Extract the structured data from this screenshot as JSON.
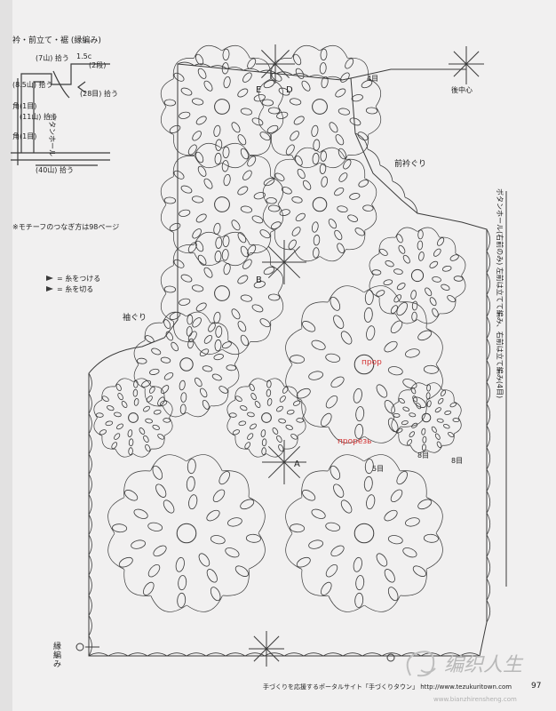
{
  "header": {
    "title": "衿・前立て・裾 (縁編み)",
    "detail_labels": [
      "(7山) 拾う",
      "1.5c",
      "(2段)",
      "(8.5山) 拾う",
      "(28目) 拾う",
      "角(1目)",
      "(11山) 拾う",
      "ボタンホール",
      "角(1目)",
      "(40山) 拾う"
    ]
  },
  "notes": {
    "motif_join": "※モチーフのつなぎ方は98ページ",
    "legend": [
      "= 糸をつける",
      "= 糸を切る"
    ]
  },
  "diagram": {
    "motif_letters": [
      "E",
      "D",
      "B",
      "A"
    ],
    "armhole_label": "袖ぐり",
    "neck_label": "前衿ぐり",
    "center_back_label": "後中心",
    "side_label": "ボタンホール(右前のみ) 左前は立てて編み、右前は立て編み(4目)",
    "row_labels": [
      "4目",
      "5目",
      "8目",
      "8目"
    ],
    "edge_label": "縁編み",
    "red_notes": [
      "прор",
      "прорезь"
    ]
  },
  "footer": {
    "text": "手づくりを応援するポータルサイト「手づくりタウン」 http://www.tezukuritown.com",
    "page_number": "97"
  },
  "watermark": {
    "text": "编织人生",
    "url": "www.bianzhirensheng.com"
  },
  "colors": {
    "ink": "#3a3a3a",
    "paper": "#f1f0f0",
    "red": "#d33333"
  }
}
